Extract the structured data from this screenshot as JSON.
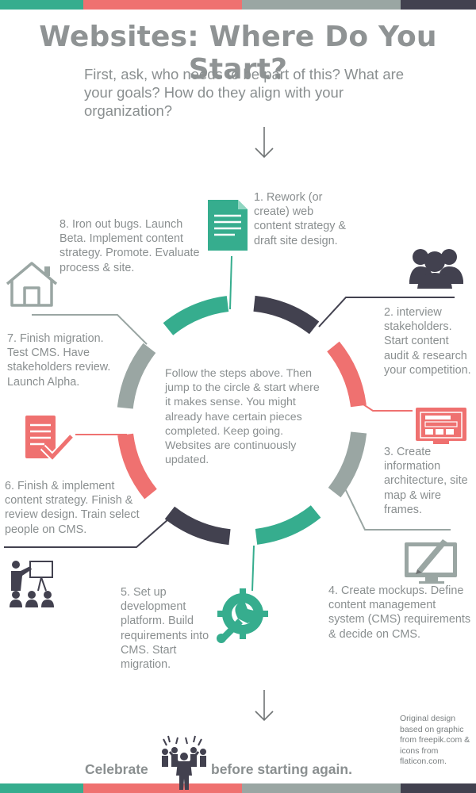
{
  "colors": {
    "teal": "#36ad8e",
    "coral": "#ef7170",
    "gray": "#9aa6a3",
    "navy": "#42414f",
    "text": "#8a8f90"
  },
  "title": "Websites: Where Do You Start?",
  "intro": "First, ask, who needs to be part of this? What are your goals? How do they align with your organization?",
  "steps": [
    {
      "text": "1. Rework (or create) web content strategy & draft site design.",
      "icon": "document-icon"
    },
    {
      "text": "2. interview stakeholders. Start content audit & research your competition.",
      "icon": "people-group-icon"
    },
    {
      "text": "3. Create information architecture, site map & wire frames.",
      "icon": "browser-wireframe-icon"
    },
    {
      "text": "4. Create mockups. Define content management system (CMS) requirements & decide on CMS.",
      "icon": "monitor-pen-icon"
    },
    {
      "text": "5. Set up development platform. Build requirements into CMS. Start migration.",
      "icon": "gear-wrench-icon"
    },
    {
      "text": "6. Finish & implement content strategy. Finish & review design. Train select people on CMS.",
      "icon": "presentation-icon"
    },
    {
      "text": "7. Finish migration. Test CMS. Have stakeholders review. Launch Alpha.",
      "icon": "checklist-icon"
    },
    {
      "text": "8. Iron out bugs. Launch Beta. Implement content strategy. Promote. Evaluate process & site.",
      "icon": "house-icon"
    }
  ],
  "center_text": "Follow the steps above. Then jump to the circle & start where it makes sense. You might already have certain pieces completed. Keep going. Websites are continuously updated.",
  "credit": "Original design based on graphic from freepik.com & icons from flaticon.com.",
  "celebrate_left": "Celebrate",
  "celebrate_right": "before starting again."
}
